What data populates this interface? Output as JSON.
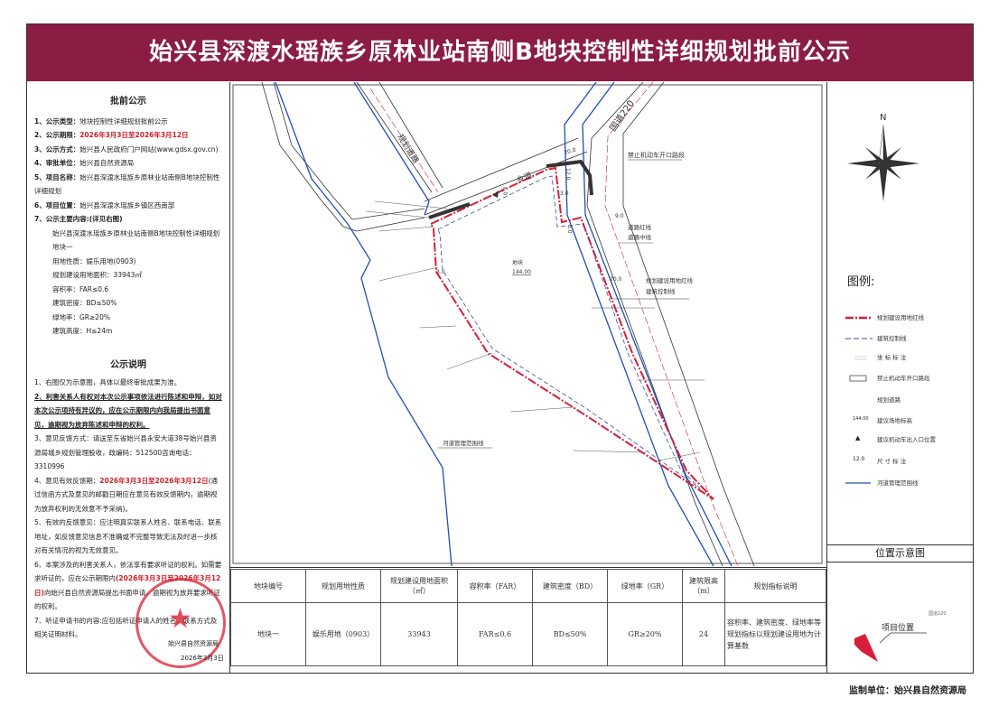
{
  "title": "始兴县深渡水瑶族乡原林业站南侧B地块控制性详细规划批前公示",
  "notice": {
    "heading": "批前公示",
    "items": [
      {
        "label": "1、公示类型：",
        "value": "地块控制性详细规划批前公示"
      },
      {
        "label": "2、公示期限：",
        "value": "2026年3月3日至2026年3月12日"
      },
      {
        "label": "3、公示方式：",
        "value": "始兴县人民政府门户网站(www.gdsx.gov.cn)"
      },
      {
        "label": "4、审批单位：",
        "value": "始兴县自然资源局"
      },
      {
        "label": "5、项目名称：",
        "value": "始兴县深渡水瑶族乡原林业站南侧B地块控制性详细规划"
      },
      {
        "label": "6、项目位置：",
        "value": "始兴县深渡水瑶族乡镇区西南部"
      },
      {
        "label": "7、公示主要内容:(详见右图)",
        "value": ""
      }
    ],
    "content": [
      "始兴县深渡水瑶族乡原林业站南侧B地块控制性详细规划",
      "地块一",
      "用地性质：娱乐用地(0903)",
      "规划建设用地面积：33943㎡",
      "容积率：FAR≤0.6",
      "建筑密度：BD≤50%",
      "绿地率：GR≥20%",
      "建筑高度：H≤24m"
    ]
  },
  "explanation": {
    "heading": "公示说明",
    "p1": "1、右图仅为示意图，具体以最终审批成果为准。",
    "p2": "2、利害关系人有权对本次公示事项依法进行陈述和申辩，如对本次公示项持有异议的，应在公示期限内向我局提出书面意见，逾期视为放弃陈述和申辩的权利。",
    "p3": "3、意见反馈方式：请送至东省始兴县永安大道38号始兴县资源局城乡规划管理股收，政编码：512500咨询电话：3310996",
    "p4_pre": "4、意见有效反馈期：",
    "p4_red": "2026年3月3日至2026年3月12日",
    "p4_post": "(通过信函方式及意见的邮戳日期应在意见有效反馈期内，逾期视为放弃权利的无效意不予采纳)。",
    "p5": "5、有效的反馈意见：应注明真实联系人姓名、联系电话、联系地址，如反馈意见信息不准确或不完整导致无法及时进一步核对有关情况的视为无效意见。",
    "p6_pre": "6、本案涉及的利害关系人，依法享有要求听证的权利。如需要求听证的，应在公示期限内",
    "p6_red": "(2026年3月3日至2026年3月12日)",
    "p6_post": "向始兴县自然资源局提出书面申请，逾期视为放弃要求听证的权利。",
    "p7": "7、听证申请书的内容:应包括听证申请人的姓名、联系方式及相关证明材料。",
    "signature": "始兴县自然资源局",
    "date": "2026年3月3日"
  },
  "map": {
    "labels": {
      "national_road": "国道220",
      "planned_road": "规划道路",
      "township_road": "乡道",
      "no_opening": "禁止机动车开口路段",
      "road_red_line": "道路红线",
      "road_center_line": "道路中线",
      "land_red_line": "规划建设用地红线",
      "building_control_line": "建筑控制线",
      "river_line": "河道管理范围线",
      "parcel": "地块",
      "elevation": "144.00"
    },
    "dimensions": [
      "20.0",
      "12.0",
      "3.0",
      "3.0",
      "9.0",
      "20.0",
      "5.0",
      "3.0"
    ]
  },
  "legend": {
    "title": "图例:",
    "items": [
      {
        "icon": "red-dash-dot-line",
        "label": "规划建设用地红线"
      },
      {
        "icon": "blue-dashed-line",
        "label": "建筑控制线"
      },
      {
        "icon": "coordinate-mark",
        "label": "坐 标 标 注"
      },
      {
        "icon": "rectangle",
        "label": "禁止机动车开口路段"
      },
      {
        "icon": "none",
        "label": "规划道路"
      },
      {
        "icon": "elevation-mark",
        "label": "建议场地标高",
        "sample": "144.00"
      },
      {
        "icon": "triangle",
        "label": "建议机动车出入口位置"
      },
      {
        "icon": "dimension-mark",
        "label": "尺 寸 标 注",
        "sample": "12.0"
      },
      {
        "icon": "blue-line",
        "label": "河道管理范围线"
      }
    ]
  },
  "location": {
    "heading": "位置示意图",
    "road_label": "国道220",
    "project_label": "项目位置"
  },
  "table": {
    "headers": [
      "地块编号",
      "规划用地性质",
      "规划建设用地面积（㎡）",
      "容积率（FAR）",
      "建筑密度（BD）",
      "绿地率（GR）",
      "建筑限高（m）",
      "规划指标说明"
    ],
    "rows": [
      [
        "地块一",
        "娱乐用地（0903）",
        "33943",
        "FAR≤0.6",
        "BD≤50%",
        "GR≥20%",
        "24",
        "容积率、建筑密度、绿地率等规划指标以规划建设用地为计算基数"
      ]
    ]
  },
  "footer": "监制单位：始兴县自然资源局",
  "colors": {
    "banner": "#8b1c43",
    "red_line": "#d81e3a",
    "blue_line": "#1f4fb5",
    "emphasis": "#d0202a"
  }
}
